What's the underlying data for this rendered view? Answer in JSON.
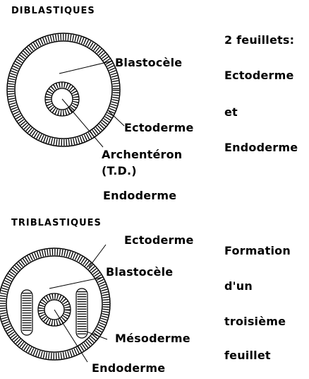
{
  "sections": {
    "diblastiques": {
      "title": "DIBLASTIQUES",
      "labels": {
        "blastocele": "Blastocèle",
        "ectoderme": "Ectoderme",
        "archenteron": "Archentéron",
        "td": "(T.D.)",
        "endoderme": "Endoderme"
      },
      "side_text": [
        "2 feuillets:",
        "Ectoderme",
        "et",
        "Endoderme"
      ]
    },
    "triblastiques": {
      "title": "TRIBLASTIQUES",
      "labels": {
        "ectoderme": "Ectoderme",
        "blastocele": "Blastocèle",
        "mesoderme": "Mésoderme",
        "endoderme": "Endoderme"
      },
      "side_text": [
        "Formation",
        "d'un",
        "troisième",
        "feuillet"
      ]
    }
  }
}
